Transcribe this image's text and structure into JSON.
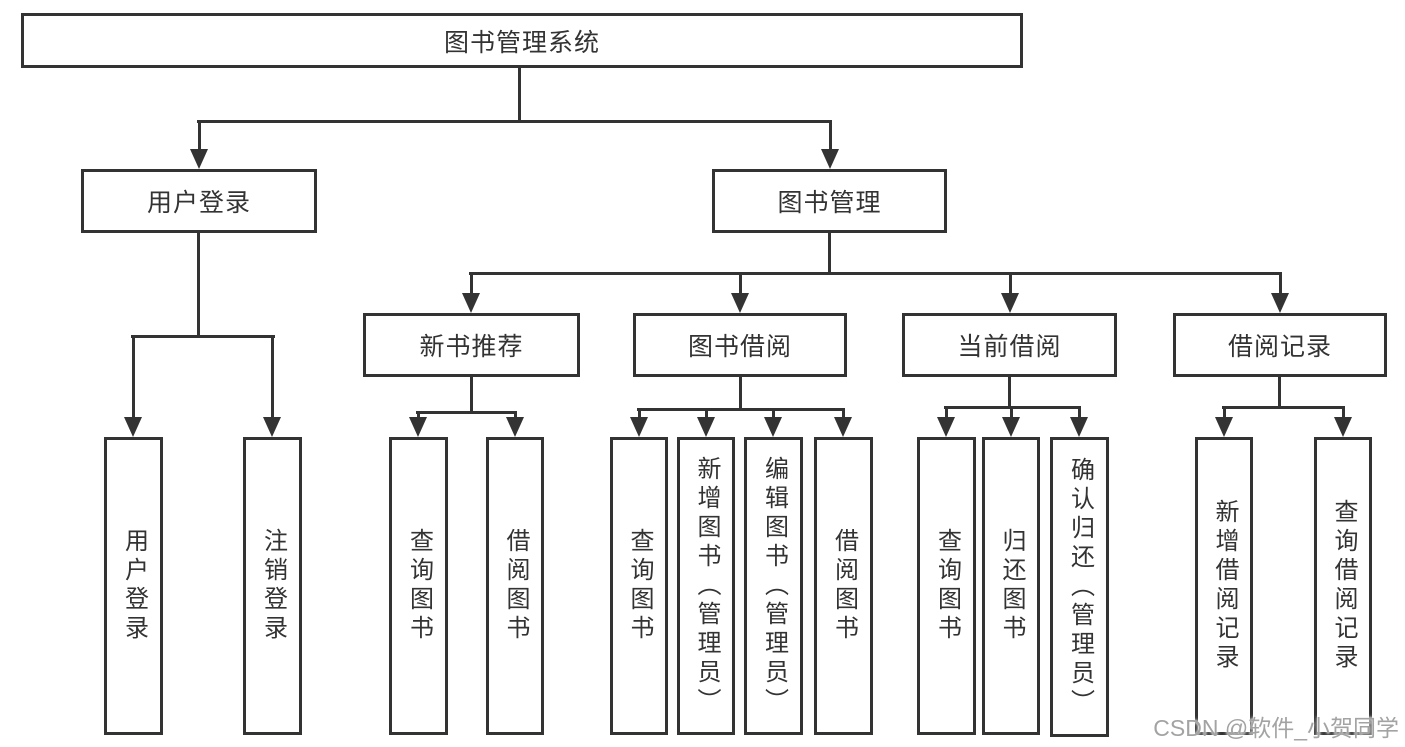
{
  "diagram": {
    "root": {
      "label": "图书管理系统"
    },
    "user_login": {
      "label": "用户登录",
      "children": [
        "用户登录",
        "注销登录"
      ]
    },
    "book_mgmt": {
      "label": "图书管理",
      "modules": [
        {
          "label": "新书推荐",
          "children": [
            "查询图书",
            "借阅图书"
          ]
        },
        {
          "label": "图书借阅",
          "children": [
            "查询图书",
            "新增图书（管理员）",
            "编辑图书（管理员）",
            "借阅图书"
          ]
        },
        {
          "label": "当前借阅",
          "children": [
            "查询图书",
            "归还图书",
            "确认归还（管理员）"
          ]
        },
        {
          "label": "借阅记录",
          "children": [
            "新增借阅记录",
            "查询借阅记录"
          ]
        }
      ]
    }
  },
  "watermark": {
    "text": "CSDN @软件_小贺同学"
  },
  "colors": {
    "line": "#333333",
    "text": "#333333",
    "background": "#ffffff",
    "watermark": "#a3a3a3"
  }
}
